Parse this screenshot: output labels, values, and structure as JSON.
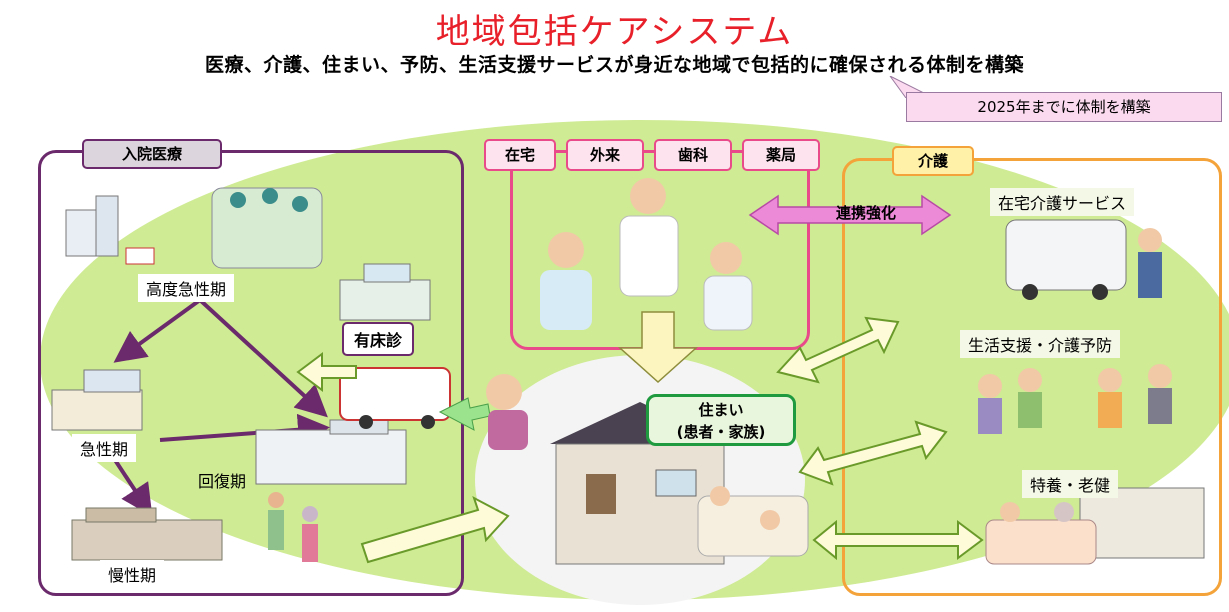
{
  "header": {
    "title": "地域包括ケアシステム",
    "subtitle": "医療、介護、住まい、予防、生活支援サービスが身近な地域で包括的に確保される体制を構築",
    "deadline": "2025年までに体制を構築"
  },
  "hospital": {
    "section_label": "入院医療",
    "stages": [
      "高度急性期",
      "急性期",
      "回復期",
      "慢性期"
    ],
    "clinic_with_beds": "有床診"
  },
  "clinic": {
    "tabs": [
      "在宅",
      "外来",
      "歯科",
      "薬局"
    ]
  },
  "home": {
    "line1": "住まい",
    "line2": "(患者・家族)"
  },
  "link": {
    "label": "連携強化"
  },
  "care": {
    "section_label": "介護",
    "items": [
      "在宅介護サービス",
      "生活支援・介護予防",
      "特養・老健"
    ]
  },
  "colors": {
    "title_red": "#e8202a",
    "hospital_purple": "#6b2a6b",
    "care_orange": "#f3a33a",
    "clinic_pink": "#e84a8a",
    "home_green": "#1f9a3f",
    "field_green": "#c8e88a"
  }
}
